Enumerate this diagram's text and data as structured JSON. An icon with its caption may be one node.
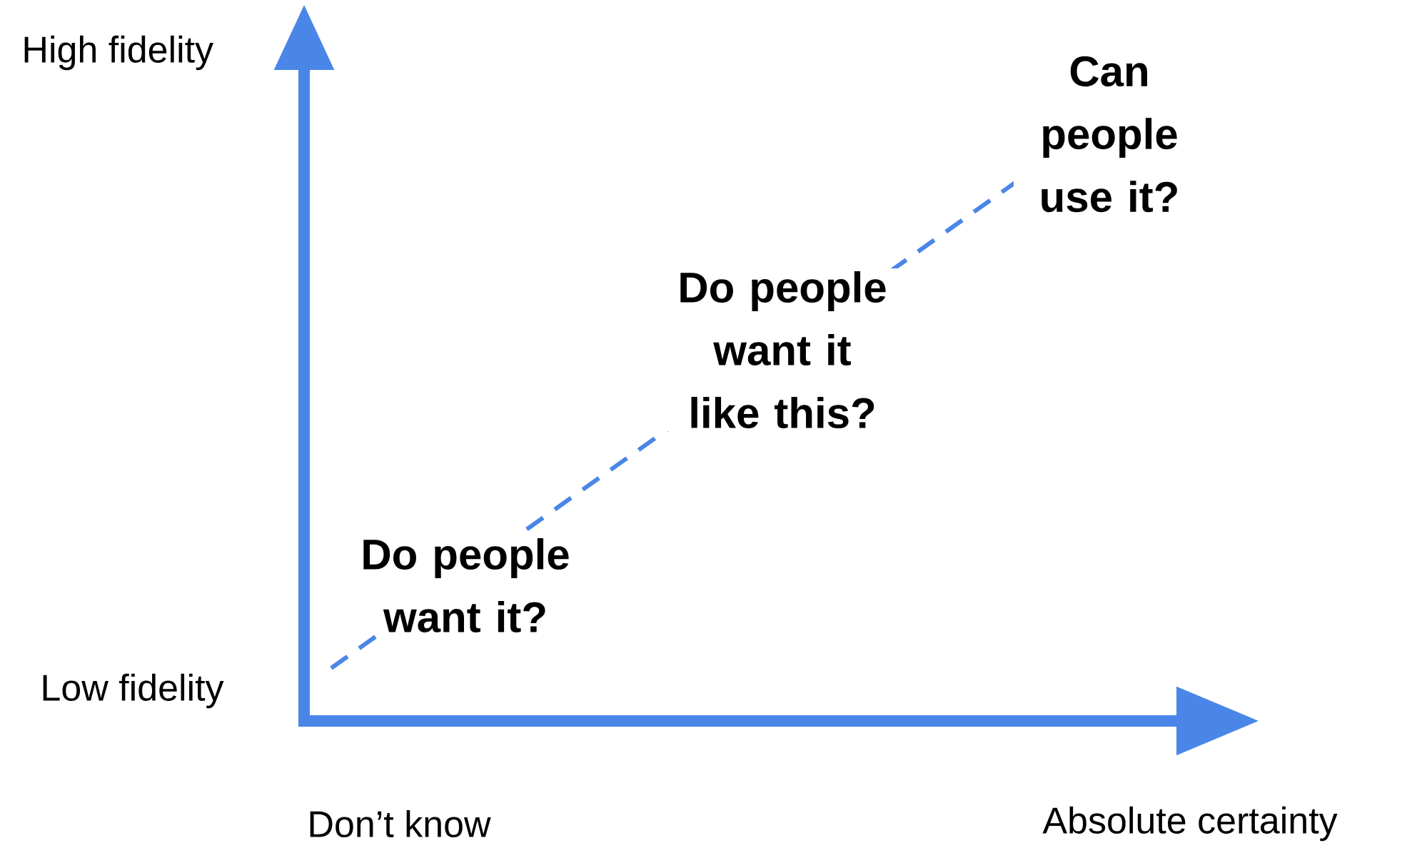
{
  "diagram": {
    "labels": [
      "High fidelity",
      "Low fidelity",
      "Don’t know",
      "Absolute certainty",
      "Do people want it?",
      "Do people want it like this?",
      "Can people use it?"
    ]
  }
}
